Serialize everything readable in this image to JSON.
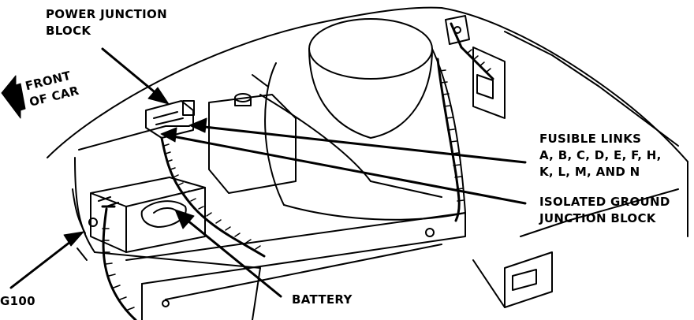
{
  "labels": {
    "power_junction_block": [
      "POWER JUNCTION",
      "BLOCK"
    ],
    "front_of_car": [
      "FRONT",
      "OF CAR"
    ],
    "fusible_links": [
      "FUSIBLE LINKS",
      "A, B, C, D, E, F, H,",
      "K, L, M, AND N"
    ],
    "isolated_ground": [
      "ISOLATED GROUND",
      "JUNCTION BLOCK"
    ],
    "g100": "G100",
    "battery": "BATTERY"
  },
  "colors": {
    "ink": "#000000",
    "paper": "#ffffff"
  }
}
